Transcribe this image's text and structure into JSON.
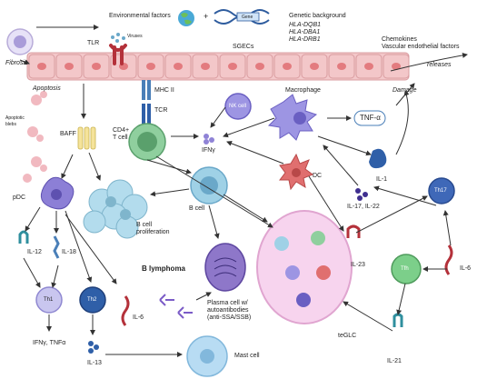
{
  "labels": {
    "environmental_factors": "Environmental factors",
    "plus": "+",
    "genetic_background": "Genetic background",
    "genes": [
      "HLA-DQB1",
      "HLA-DBA1",
      "HLA-DRB1"
    ],
    "gene_box": "Gene",
    "viruses": "Viruses",
    "tlr": "TLR",
    "sgecs": "SGECs",
    "chemokines": "Chemokines",
    "vascular": "Vascular endothelial factors",
    "releases": "releases",
    "fibrosis": "Fibrosis",
    "apoptosis": "Apoptosis",
    "apoptotic_blebs_1": "Apoptotic",
    "apoptotic_blebs_2": "blebs",
    "mhc2": "MHC II",
    "tcr": "TCR",
    "baff": "BAFF",
    "cd4_1": "CD4+",
    "cd4_2": "T cell",
    "nk_cell": "NK cell",
    "ifng": "IFNγ",
    "macrophage": "Macrophage",
    "tnfa": "TNF-α",
    "damage": "Damage",
    "dc": "DC",
    "il1": "IL-1",
    "pdc": "pDC",
    "b_cell": "B cell",
    "b_prolif_1": "B cell",
    "b_prolif_2": "proliferation",
    "b_lymphoma": "B lymphoma",
    "il17_22": "IL-17, IL-22",
    "th17": "Th17",
    "il12": "IL-12",
    "il18": "IL-18",
    "il23": "IL-23",
    "tfh": "Tfh",
    "il6_right": "IL-6",
    "th1": "Th1",
    "th2": "Th2",
    "il6_mid": "IL-6",
    "plasma_1": "Plasma cell w/",
    "plasma_2": "autoantibodies",
    "plasma_3": "(anti-SSA/SSB)",
    "teglc": "teGLC",
    "ifng_tnfa": "IFNγ, TNFα",
    "il13": "IL-13",
    "mast_cell": "Mast cell",
    "il21": "IL-21"
  },
  "colors": {
    "epithelium": "#f3c7c9",
    "epithelium_border": "#d99ca0",
    "nucleus": "#e37b7f",
    "tcell": "#8fcf9e",
    "bcell": "#9fd1e6",
    "pdc": "#8c7fd6",
    "macrophage": "#9d95e3",
    "dc": "#e06f6f",
    "plasma": "#8e77c9",
    "th1": "#c9c6ef",
    "th2": "#2f5fa8",
    "th17": "#3f68b8",
    "tfh": "#7ccf8a",
    "mast": "#b8dcf3",
    "teglc": "#f7d4ee",
    "arrow": "#333333",
    "receptor_blue": "#4a7fb8",
    "receptor_red": "#b4313a",
    "receptor_teal": "#2f8f9e",
    "il1_blob": "#2f5fa8",
    "baff": "#f5e39a"
  }
}
